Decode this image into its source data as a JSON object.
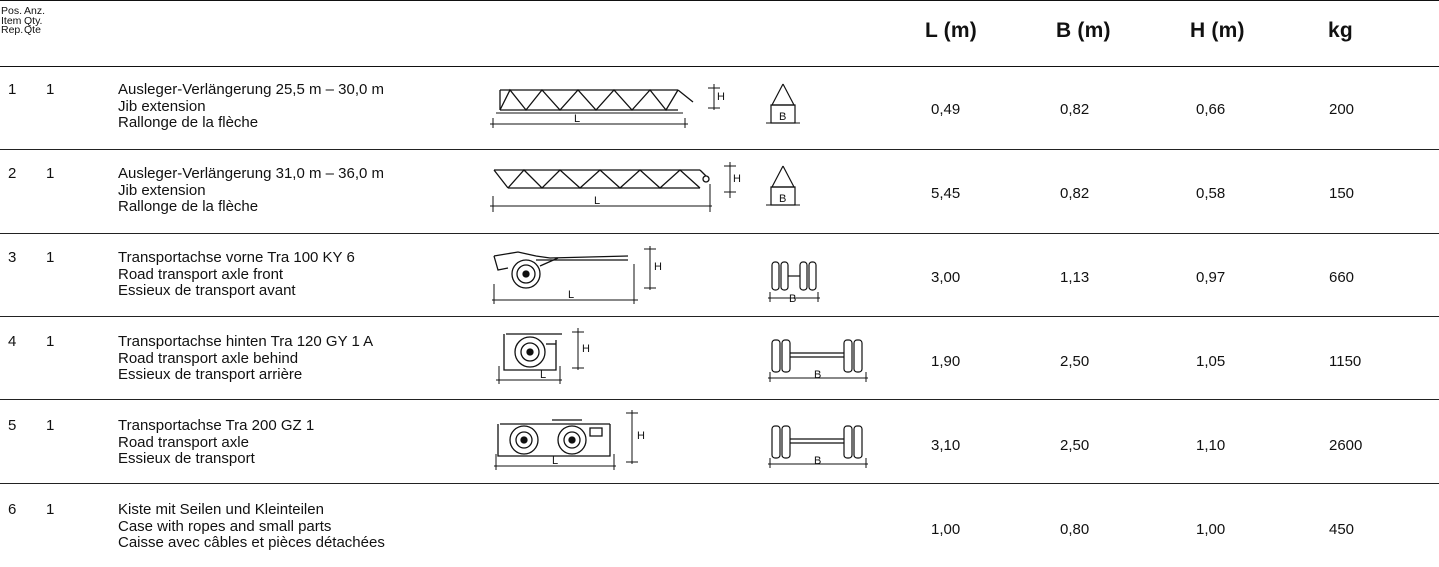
{
  "header": {
    "pos_lines": [
      "Pos.",
      "Item",
      "Rep."
    ],
    "qty_lines": [
      "Anz.",
      "Qty.",
      "Qte"
    ],
    "col_L": "L (m)",
    "col_B": "B (m)",
    "col_H": "H (m)",
    "col_kg": "kg"
  },
  "drawing_labels": {
    "L": "L",
    "B": "B",
    "H": "H"
  },
  "rows": [
    {
      "pos": "1",
      "qty": "1",
      "desc": [
        "Ausleger-Verlängerung 25,5 m – 30,0 m",
        "Jib extension",
        "Rallonge de la flèche"
      ],
      "L": "0,49",
      "B": "0,82",
      "H": "0,66",
      "kg": "200"
    },
    {
      "pos": "2",
      "qty": "1",
      "desc": [
        "Ausleger-Verlängerung 31,0 m – 36,0 m",
        "Jib extension",
        "Rallonge de la flèche"
      ],
      "L": "5,45",
      "B": "0,82",
      "H": "0,58",
      "kg": "150"
    },
    {
      "pos": "3",
      "qty": "1",
      "desc": [
        "Transportachse vorne Tra 100 KY 6",
        "Road transport axle front",
        "Essieux de transport avant"
      ],
      "L": "3,00",
      "B": "1,13",
      "H": "0,97",
      "kg": "660"
    },
    {
      "pos": "4",
      "qty": "1",
      "desc": [
        "Transportachse hinten Tra 120 GY 1 A",
        "Road transport axle behind",
        "Essieux de transport arrière"
      ],
      "L": "1,90",
      "B": "2,50",
      "H": "1,05",
      "kg": "1150"
    },
    {
      "pos": "5",
      "qty": "1",
      "desc": [
        "Transportachse Tra 200 GZ 1",
        "Road transport axle",
        "Essieux de transport"
      ],
      "L": "3,10",
      "B": "2,50",
      "H": "1,10",
      "kg": "2600"
    },
    {
      "pos": "6",
      "qty": "1",
      "desc": [
        "Kiste mit Seilen und Kleinteilen",
        "Case with ropes and small parts",
        "Caisse avec câbles et pièces détachées"
      ],
      "L": "1,00",
      "B": "0,80",
      "H": "1,00",
      "kg": "450"
    }
  ]
}
